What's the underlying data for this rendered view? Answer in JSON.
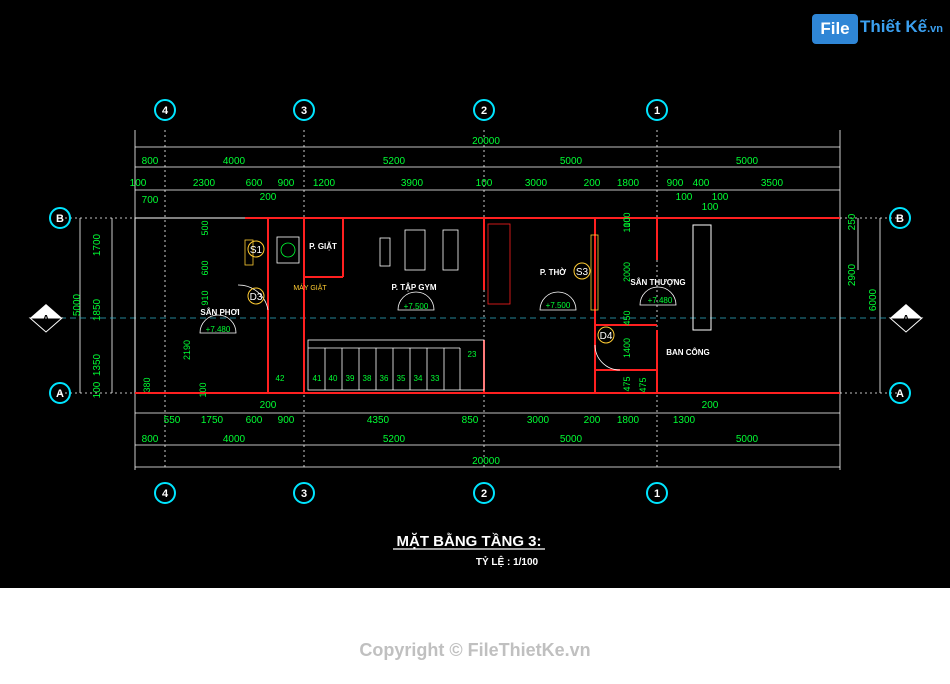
{
  "logo": {
    "part1": "File",
    "part2": "Thiết Kế",
    "part3": ".vn"
  },
  "drawing": {
    "title": "MẶT BẰNG TẦNG 3:",
    "scale": "TỶ LỆ : 1/100",
    "grid_top": [
      "4",
      "3",
      "2",
      "1"
    ],
    "grid_side": [
      "B",
      "A"
    ],
    "section_mark": "A",
    "total_length": "20000",
    "top_dims_row1": [
      "800",
      "4000",
      "5200",
      "5000",
      "5000"
    ],
    "top_dims_row2": [
      "100",
      "2300",
      "600",
      "900",
      "1200",
      "3900",
      "100",
      "3000",
      "200",
      "1800",
      "900",
      "400",
      "3500"
    ],
    "top_dims_row3": [
      "700",
      "200",
      "100",
      "100",
      "100"
    ],
    "bottom_dims_row1": [
      "200",
      "550",
      "1750",
      "600",
      "900",
      "4350",
      "850",
      "3000",
      "200",
      "1800",
      "1300",
      "200"
    ],
    "bottom_dims_row2": [
      "800",
      "4000",
      "5200",
      "5000",
      "5000"
    ],
    "left_dims": [
      "1700",
      "5000",
      "1850",
      "1350",
      "100"
    ],
    "right_dims": [
      "250",
      "2900",
      "6000"
    ],
    "inner_dims": [
      "500",
      "600",
      "910",
      "2190",
      "100",
      "380",
      "100",
      "2000",
      "450",
      "1400",
      "475",
      "100",
      "475"
    ],
    "rooms": [
      {
        "name": "SÂN PHƠI",
        "level": "+7.480"
      },
      {
        "name": "P. GIẶT",
        "level": ""
      },
      {
        "name": "P. TẬP GYM",
        "level": "+7.500"
      },
      {
        "name": "P. THỜ",
        "level": "+7.500"
      },
      {
        "name": "SÂN THƯỢNG",
        "level": "+7.480"
      },
      {
        "name": "BAN CÔNG",
        "level": ""
      }
    ],
    "washer_label": "MÁY GIẶT",
    "tags": [
      "S1",
      "D3",
      "S3",
      "D4"
    ],
    "stair_steps": [
      "42",
      "41",
      "40",
      "39",
      "38",
      "36",
      "35",
      "34",
      "33",
      "23"
    ],
    "colors": {
      "background": "#000000",
      "dimension": "#ffffff",
      "dimension_text": "#00ff33",
      "wall": "#ff2020",
      "grid_circle": "#00e5ff",
      "text": "#ffffff"
    }
  },
  "footer": {
    "copyright": "Copyright © FileThietKe.vn"
  }
}
